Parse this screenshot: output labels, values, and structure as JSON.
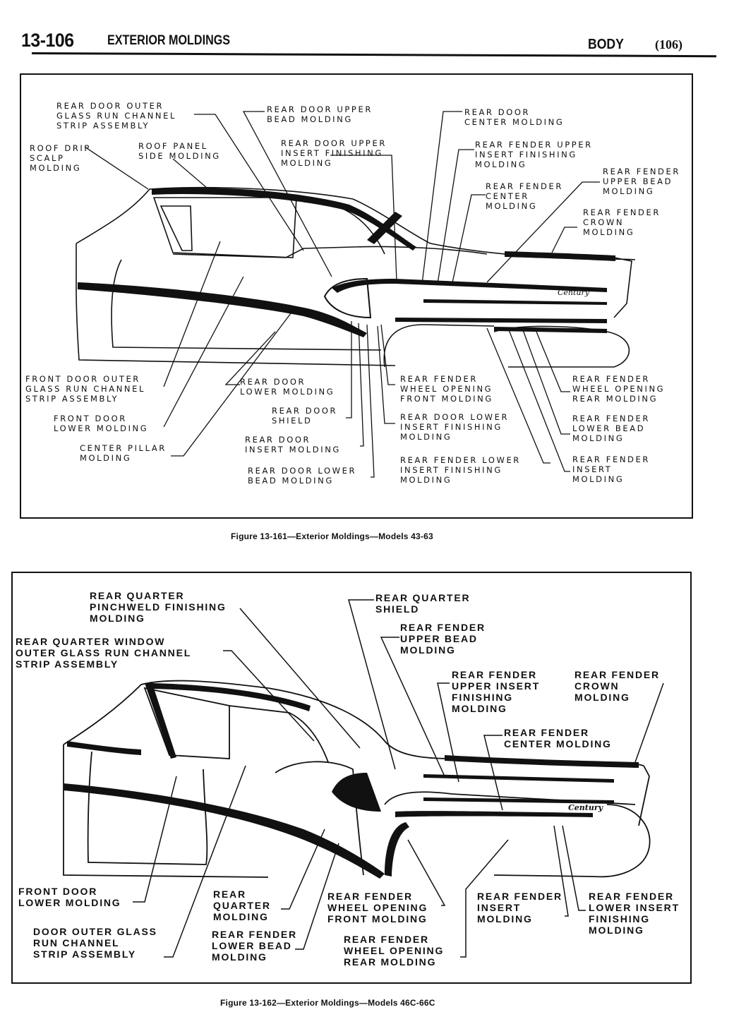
{
  "header": {
    "page_number": "13-106",
    "section_title": "EXTERIOR MOLDINGS",
    "group": "BODY",
    "page_ref": "(106)"
  },
  "figures": [
    {
      "caption": "Figure 13-161—Exterior Moldings—Models 43-63",
      "labels": [
        "REAR DOOR OUTER\nGLASS RUN CHANNEL\nSTRIP ASSEMBLY",
        "ROOF DRIP\nSCALP\nMOLDING",
        "ROOF PANEL\nSIDE MOLDING",
        "REAR DOOR UPPER\nBEAD MOLDING",
        "REAR DOOR UPPER\nINSERT FINISHING\nMOLDING",
        "REAR DOOR\nCENTER MOLDING",
        "REAR FENDER UPPER\nINSERT FINISHING\nMOLDING",
        "REAR FENDER\nCENTER\nMOLDING",
        "REAR FENDER\nUPPER BEAD\nMOLDING",
        "REAR FENDER\nCROWN\nMOLDING",
        "FRONT DOOR OUTER\nGLASS RUN CHANNEL\nSTRIP ASSEMBLY",
        "FRONT DOOR\nLOWER MOLDING",
        "CENTER PILLAR\nMOLDING",
        "REAR DOOR\nLOWER MOLDING",
        "REAR DOOR\nSHIELD",
        "REAR DOOR\nINSERT MOLDING",
        "REAR DOOR LOWER\nBEAD MOLDING",
        "REAR FENDER\nWHEEL OPENING\nFRONT MOLDING",
        "REAR DOOR LOWER\nINSERT FINISHING\nMOLDING",
        "REAR FENDER LOWER\nINSERT FINISHING\nMOLDING",
        "REAR FENDER\nWHEEL OPENING\nREAR MOLDING",
        "REAR FENDER\nLOWER BEAD\nMOLDING",
        "REAR FENDER\nINSERT\nMOLDING"
      ],
      "script_badge": "Century"
    },
    {
      "caption": "Figure 13-162—Exterior Moldings—Models 46C-66C",
      "labels": [
        "REAR QUARTER\nPINCHWELD FINISHING\nMOLDING",
        "REAR QUARTER WINDOW\nOUTER GLASS RUN CHANNEL\nSTRIP ASSEMBLY",
        "REAR QUARTER\nSHIELD",
        "REAR FENDER\nUPPER BEAD\nMOLDING",
        "REAR FENDER\nUPPER INSERT\nFINISHING\nMOLDING",
        "REAR FENDER\nCROWN\nMOLDING",
        "REAR FENDER\nCENTER MOLDING",
        "FRONT DOOR\nLOWER MOLDING",
        "DOOR OUTER GLASS\nRUN CHANNEL\nSTRIP ASSEMBLY",
        "REAR\nQUARTER\nMOLDING",
        "REAR FENDER\nLOWER BEAD\nMOLDING",
        "REAR FENDER\nWHEEL OPENING\nFRONT MOLDING",
        "REAR FENDER\nWHEEL OPENING\nREAR MOLDING",
        "REAR FENDER\nINSERT\nMOLDING",
        "REAR FENDER\nLOWER INSERT\nFINISHING\nMOLDING"
      ],
      "script_badge": "Century"
    }
  ]
}
